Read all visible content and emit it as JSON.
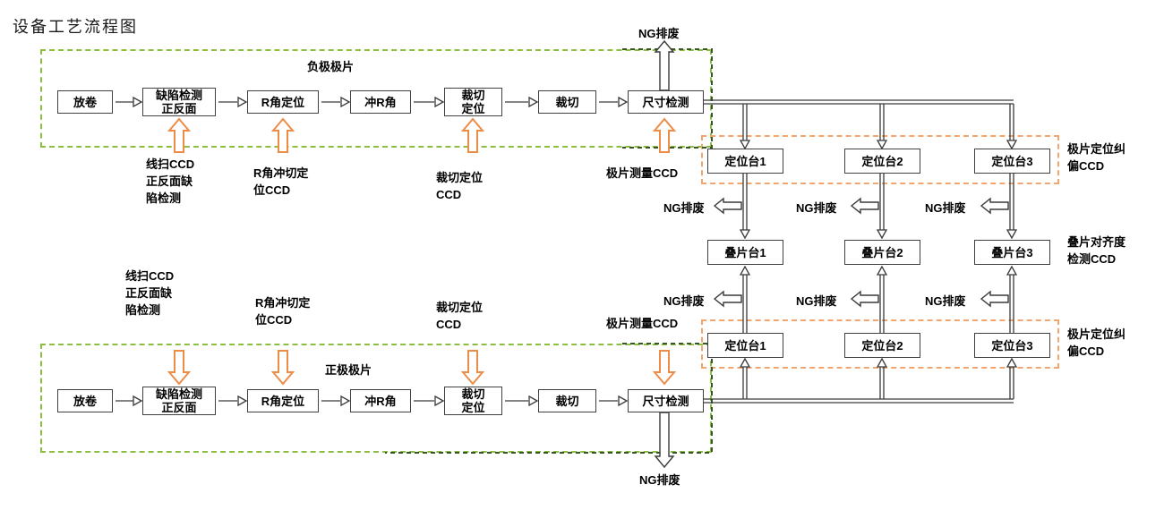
{
  "title": "设备工艺流程图",
  "negative_section": {
    "label": "负极极片",
    "steps": [
      "放卷",
      "缺陷检测\n正反面",
      "R角定位",
      "冲R角",
      "裁切\n定位",
      "裁切",
      "尺寸检测"
    ],
    "ng_label": "NG排废",
    "ccd": {
      "line_scan": "线扫CCD\n正反面缺\n陷检测",
      "r_corner": "R角冲切定\n位CCD",
      "cut_position": "裁切定位\nCCD",
      "measure": "极片测量CCD"
    }
  },
  "positive_section": {
    "label": "正极极片",
    "steps": [
      "放卷",
      "缺陷检测\n正反面",
      "R角定位",
      "冲R角",
      "裁切\n定位",
      "裁切",
      "尺寸检测"
    ],
    "ng_label": "NG排废",
    "ccd": {
      "line_scan": "线扫CCD\n正反面缺\n陷检测",
      "r_corner": "R角冲切定\n位CCD",
      "cut_position": "裁切定位\nCCD",
      "measure": "极片测量CCD"
    }
  },
  "right_panel": {
    "top_row": {
      "tables": [
        "定位台1",
        "定位台2",
        "定位台3"
      ],
      "ccd_label": "极片定位纠\n偏CCD"
    },
    "stack_row": {
      "tables": [
        "叠片台1",
        "叠片台2",
        "叠片台3"
      ],
      "ccd_label": "叠片对齐度\n检测CCD"
    },
    "bottom_row": {
      "tables": [
        "定位台1",
        "定位台2",
        "定位台3"
      ],
      "ccd_label": "极片定位纠\n偏CCD"
    },
    "ng_upper": [
      "NG排废",
      "NG排废",
      "NG排废"
    ],
    "ng_lower": [
      "NG排废",
      "NG排废",
      "NG排废"
    ]
  },
  "colors": {
    "light_green": "#8CBF3F",
    "dark_green": "#375623",
    "orange": "#ED8C46",
    "orange_dashed": "#F2A66E",
    "line": "#3A3A3A",
    "box_border": "#404040"
  }
}
